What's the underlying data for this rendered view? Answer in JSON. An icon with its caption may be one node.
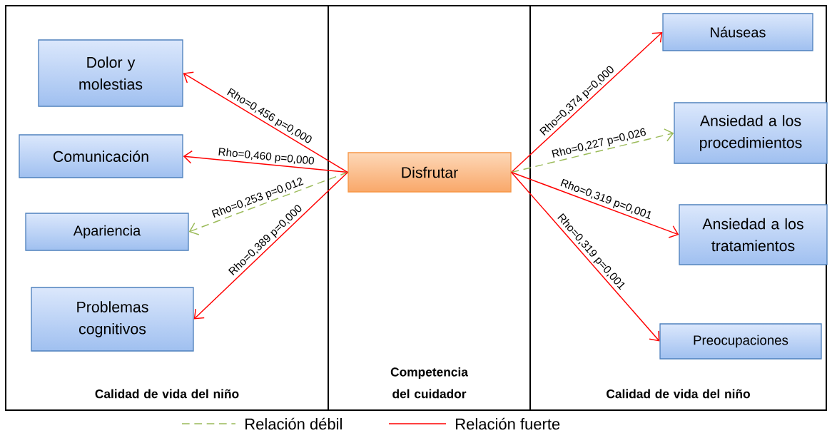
{
  "diagram": {
    "nodes": [
      {
        "text": [
          "Calidad de vida del niño"
        ]
      },
      {
        "text": [
          "Dolor y molestias"
        ],
        "in": 0
      },
      {
        "text": [
          "Comunicación"
        ],
        "in": 0
      },
      {
        "text": [
          "Apariencia"
        ],
        "in": 0
      },
      {
        "text": [
          "Problemas cognitivos"
        ],
        "in": 0
      },
      {
        "text": [
          "Competencia del cuidador"
        ]
      },
      {
        "text": [
          "Disfrutar"
        ],
        "in": 5
      },
      {
        "text": [
          "Calidad de vida del niño"
        ]
      },
      {
        "text": [
          "Náuseas"
        ],
        "in": 7
      },
      {
        "text": [
          "Ansiedad a los procedimientos"
        ],
        "in": 7
      },
      {
        "text": [
          "Ansiedad a los tratamientos"
        ],
        "in": 7
      },
      {
        "text": [
          "Preocupaciones"
        ],
        "in": 7
      }
    ],
    "edges": [
      {
        "from": 6,
        "to": 1,
        "arrow": "to",
        "label": "Rho=0,456 p=0,000"
      },
      {
        "from": 6,
        "to": 2,
        "arrow": "to",
        "label": "Rho=0,460 p=0,000"
      },
      {
        "from": 6,
        "to": 3,
        "arrow": "to",
        "label": "Rho=0,253 p=0,012",
        "style": "dashed",
        "color": "#9bbb59"
      },
      {
        "from": 6,
        "to": 4,
        "arrow": "to",
        "label": "Rho=0,389 p=0,000"
      },
      {
        "from": 6,
        "to": 8,
        "arrow": "to",
        "label": "Rho=0,374 p=0,000"
      },
      {
        "from": 6,
        "to": 9,
        "arrow": "to",
        "label": "Rho=0,227 p=0,026",
        "style": "dashed",
        "color": "#9bbb59"
      },
      {
        "from": 6,
        "to": 10,
        "arrow": "to",
        "label": "Rho=0,319 p=0,001"
      },
      {
        "from": 6,
        "to": 11,
        "arrow": "to",
        "label": "Rho=0,319 p=0,001"
      }
    ],
    "legend": [
      {
        "text": "Relación débil"
      },
      {
        "text": "Relación fuerte"
      }
    ]
  }
}
